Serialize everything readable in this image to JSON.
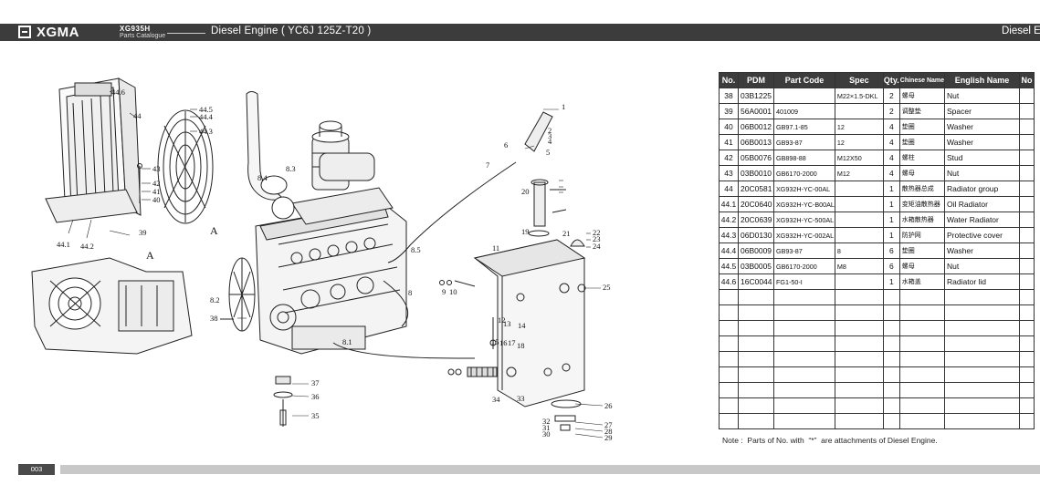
{
  "header": {
    "brand": "XGMA",
    "model_code": "XG935H",
    "catalogue_label": "Parts Catalogue",
    "title": "Diesel Engine ( YC6J 125Z-T20 )",
    "title_right": "Diesel En"
  },
  "diagram": {
    "callouts": [
      "1",
      "2",
      "3",
      "4",
      "5",
      "6",
      "7",
      "8",
      "8.1",
      "8.2",
      "8.3",
      "8.4",
      "8.5",
      "9",
      "10",
      "11",
      "12",
      "13",
      "14",
      "15",
      "16",
      "17",
      "18",
      "19",
      "20",
      "21",
      "22",
      "23",
      "24",
      "25",
      "26",
      "27",
      "28",
      "29",
      "30",
      "31",
      "32",
      "33",
      "34",
      "35",
      "36",
      "37",
      "38",
      "39",
      "40",
      "41",
      "42",
      "43",
      "44",
      "44.1",
      "44.2",
      "44.3",
      "44.4",
      "44.5",
      "44.6"
    ],
    "view_labels": [
      "A",
      "A"
    ]
  },
  "table": {
    "headers": [
      "No.",
      "PDM",
      "Part Code",
      "Spec",
      "Qty.",
      "Chinese Name",
      "English Name",
      "No"
    ],
    "rows": [
      [
        "38",
        "03B1225",
        "",
        "M22×1.5-DKL",
        "2",
        "螺母",
        "Nut"
      ],
      [
        "39",
        "56A0001",
        "401009",
        "",
        "2",
        "调整垫",
        "Spacer"
      ],
      [
        "40",
        "06B0012",
        "GB97.1-85",
        "12",
        "4",
        "垫圈",
        "Washer"
      ],
      [
        "41",
        "06B0013",
        "GB93-87",
        "12",
        "4",
        "垫圈",
        "Washer"
      ],
      [
        "42",
        "05B0076",
        "GB898-88",
        "M12X50",
        "4",
        "螺柱",
        "Stud"
      ],
      [
        "43",
        "03B0010",
        "GB6170-2000",
        "M12",
        "4",
        "螺母",
        "Nut"
      ],
      [
        "44",
        "20C0581",
        "XG932H-YC-00AL",
        "",
        "1",
        "散热器总成",
        "Radiator group"
      ],
      [
        "44.1",
        "20C0640",
        "XG932H-YC-B00AL",
        "",
        "1",
        "变矩油散热器",
        "Oil Radiator"
      ],
      [
        "44.2",
        "20C0639",
        "XG932H-YC-500AL",
        "",
        "1",
        "水箱散热器",
        "Water Radiator"
      ],
      [
        "44.3",
        "06D0130",
        "XG932H-YC-002AL",
        "",
        "1",
        "防护网",
        "Protective cover"
      ],
      [
        "44.4",
        "06B0009",
        "GB93-87",
        "8",
        "6",
        "垫圈",
        "Washer"
      ],
      [
        "44.5",
        "03B0005",
        "GB6170-2000",
        "M8",
        "6",
        "螺母",
        "Nut"
      ],
      [
        "44.6",
        "16C0044",
        "FG1-50-I",
        "",
        "1",
        "水箱盖",
        "Radiator lid"
      ]
    ]
  },
  "note": "Note :  Parts of No. with  “*”  are attachments of Diesel Engine.",
  "footer": {
    "page_number": "003"
  }
}
